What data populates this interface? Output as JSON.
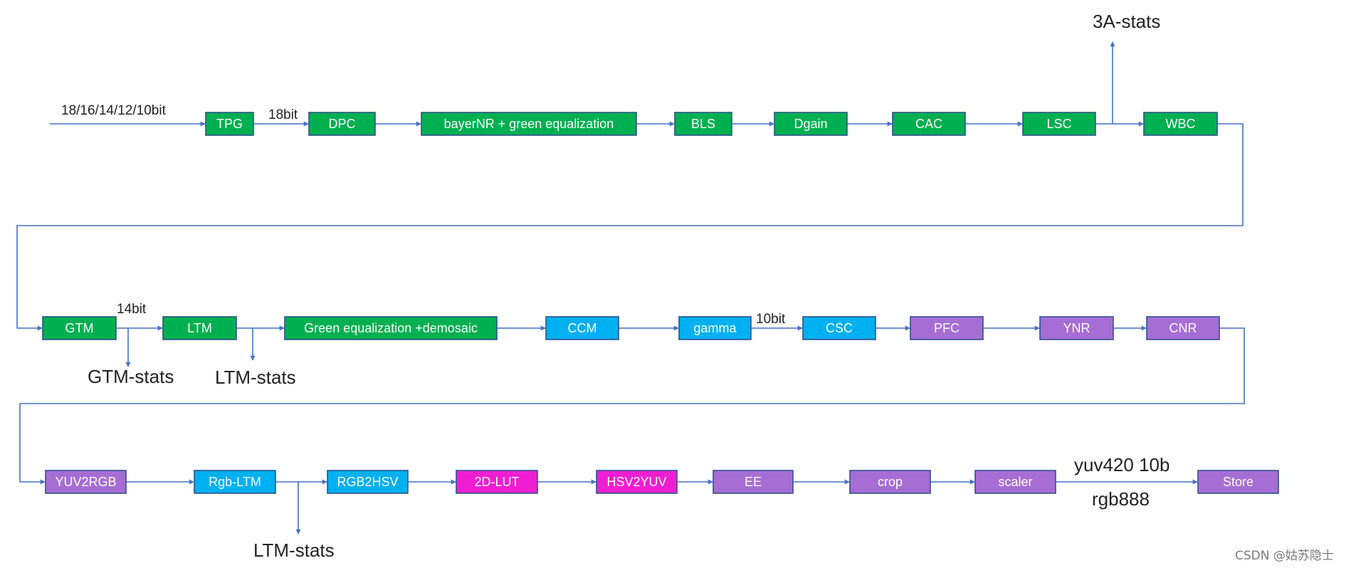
{
  "colors": {
    "green": "#00B050",
    "blue": "#00B0F0",
    "purple": "#A66DD4",
    "magenta": "#F01ED2",
    "line": "#4472C4",
    "border": "#2F528F"
  },
  "rows": [
    {
      "id": "row1",
      "input_label": "18/16/14/12/10bit",
      "blocks": [
        {
          "id": "tpg",
          "label": "TPG",
          "color": "green"
        },
        {
          "id": "dpc",
          "label": "DPC",
          "color": "green"
        },
        {
          "id": "bayernr",
          "label": "bayerNR + green equalization",
          "color": "green"
        },
        {
          "id": "bls",
          "label": "BLS",
          "color": "green"
        },
        {
          "id": "dgain",
          "label": "Dgain",
          "color": "green"
        },
        {
          "id": "cac",
          "label": "CAC",
          "color": "green"
        },
        {
          "id": "lsc",
          "label": "LSC",
          "color": "green"
        },
        {
          "id": "wbc",
          "label": "WBC",
          "color": "green"
        }
      ]
    },
    {
      "id": "row2",
      "blocks": [
        {
          "id": "gtm",
          "label": "GTM",
          "color": "green"
        },
        {
          "id": "ltm",
          "label": "LTM",
          "color": "green"
        },
        {
          "id": "demosaic",
          "label": "Green equalization +demosaic",
          "color": "green"
        },
        {
          "id": "ccm",
          "label": "CCM",
          "color": "blue"
        },
        {
          "id": "gamma",
          "label": "gamma",
          "color": "blue"
        },
        {
          "id": "csc",
          "label": "CSC",
          "color": "blue"
        },
        {
          "id": "pfc",
          "label": "PFC",
          "color": "purple"
        },
        {
          "id": "ynr",
          "label": "YNR",
          "color": "purple"
        },
        {
          "id": "cnr",
          "label": "CNR",
          "color": "purple"
        }
      ]
    },
    {
      "id": "row3",
      "blocks": [
        {
          "id": "yuv2rgb",
          "label": "YUV2RGB",
          "color": "purple"
        },
        {
          "id": "rgbltm",
          "label": "Rgb-LTM",
          "color": "blue"
        },
        {
          "id": "rgb2hsv",
          "label": "RGB2HSV",
          "color": "blue"
        },
        {
          "id": "lut2d",
          "label": "2D-LUT",
          "color": "magenta"
        },
        {
          "id": "hsv2yuv",
          "label": "HSV2YUV",
          "color": "magenta"
        },
        {
          "id": "ee",
          "label": "EE",
          "color": "purple"
        },
        {
          "id": "crop",
          "label": "crop",
          "color": "purple"
        },
        {
          "id": "scaler",
          "label": "scaler",
          "color": "purple"
        },
        {
          "id": "store",
          "label": "Store",
          "color": "purple"
        }
      ]
    }
  ],
  "bit_labels": {
    "after_tpg": "18bit",
    "after_gtm": "14bit",
    "after_gamma": "10bit"
  },
  "output_labels": {
    "yuv": "yuv420 10b",
    "rgb": "rgb888"
  },
  "stats_labels": {
    "a3": "3A-stats",
    "gtm": "GTM-stats",
    "ltm": "LTM-stats",
    "rgb_ltm": "LTM-stats"
  },
  "watermark": "CSDN @姑苏隐士"
}
